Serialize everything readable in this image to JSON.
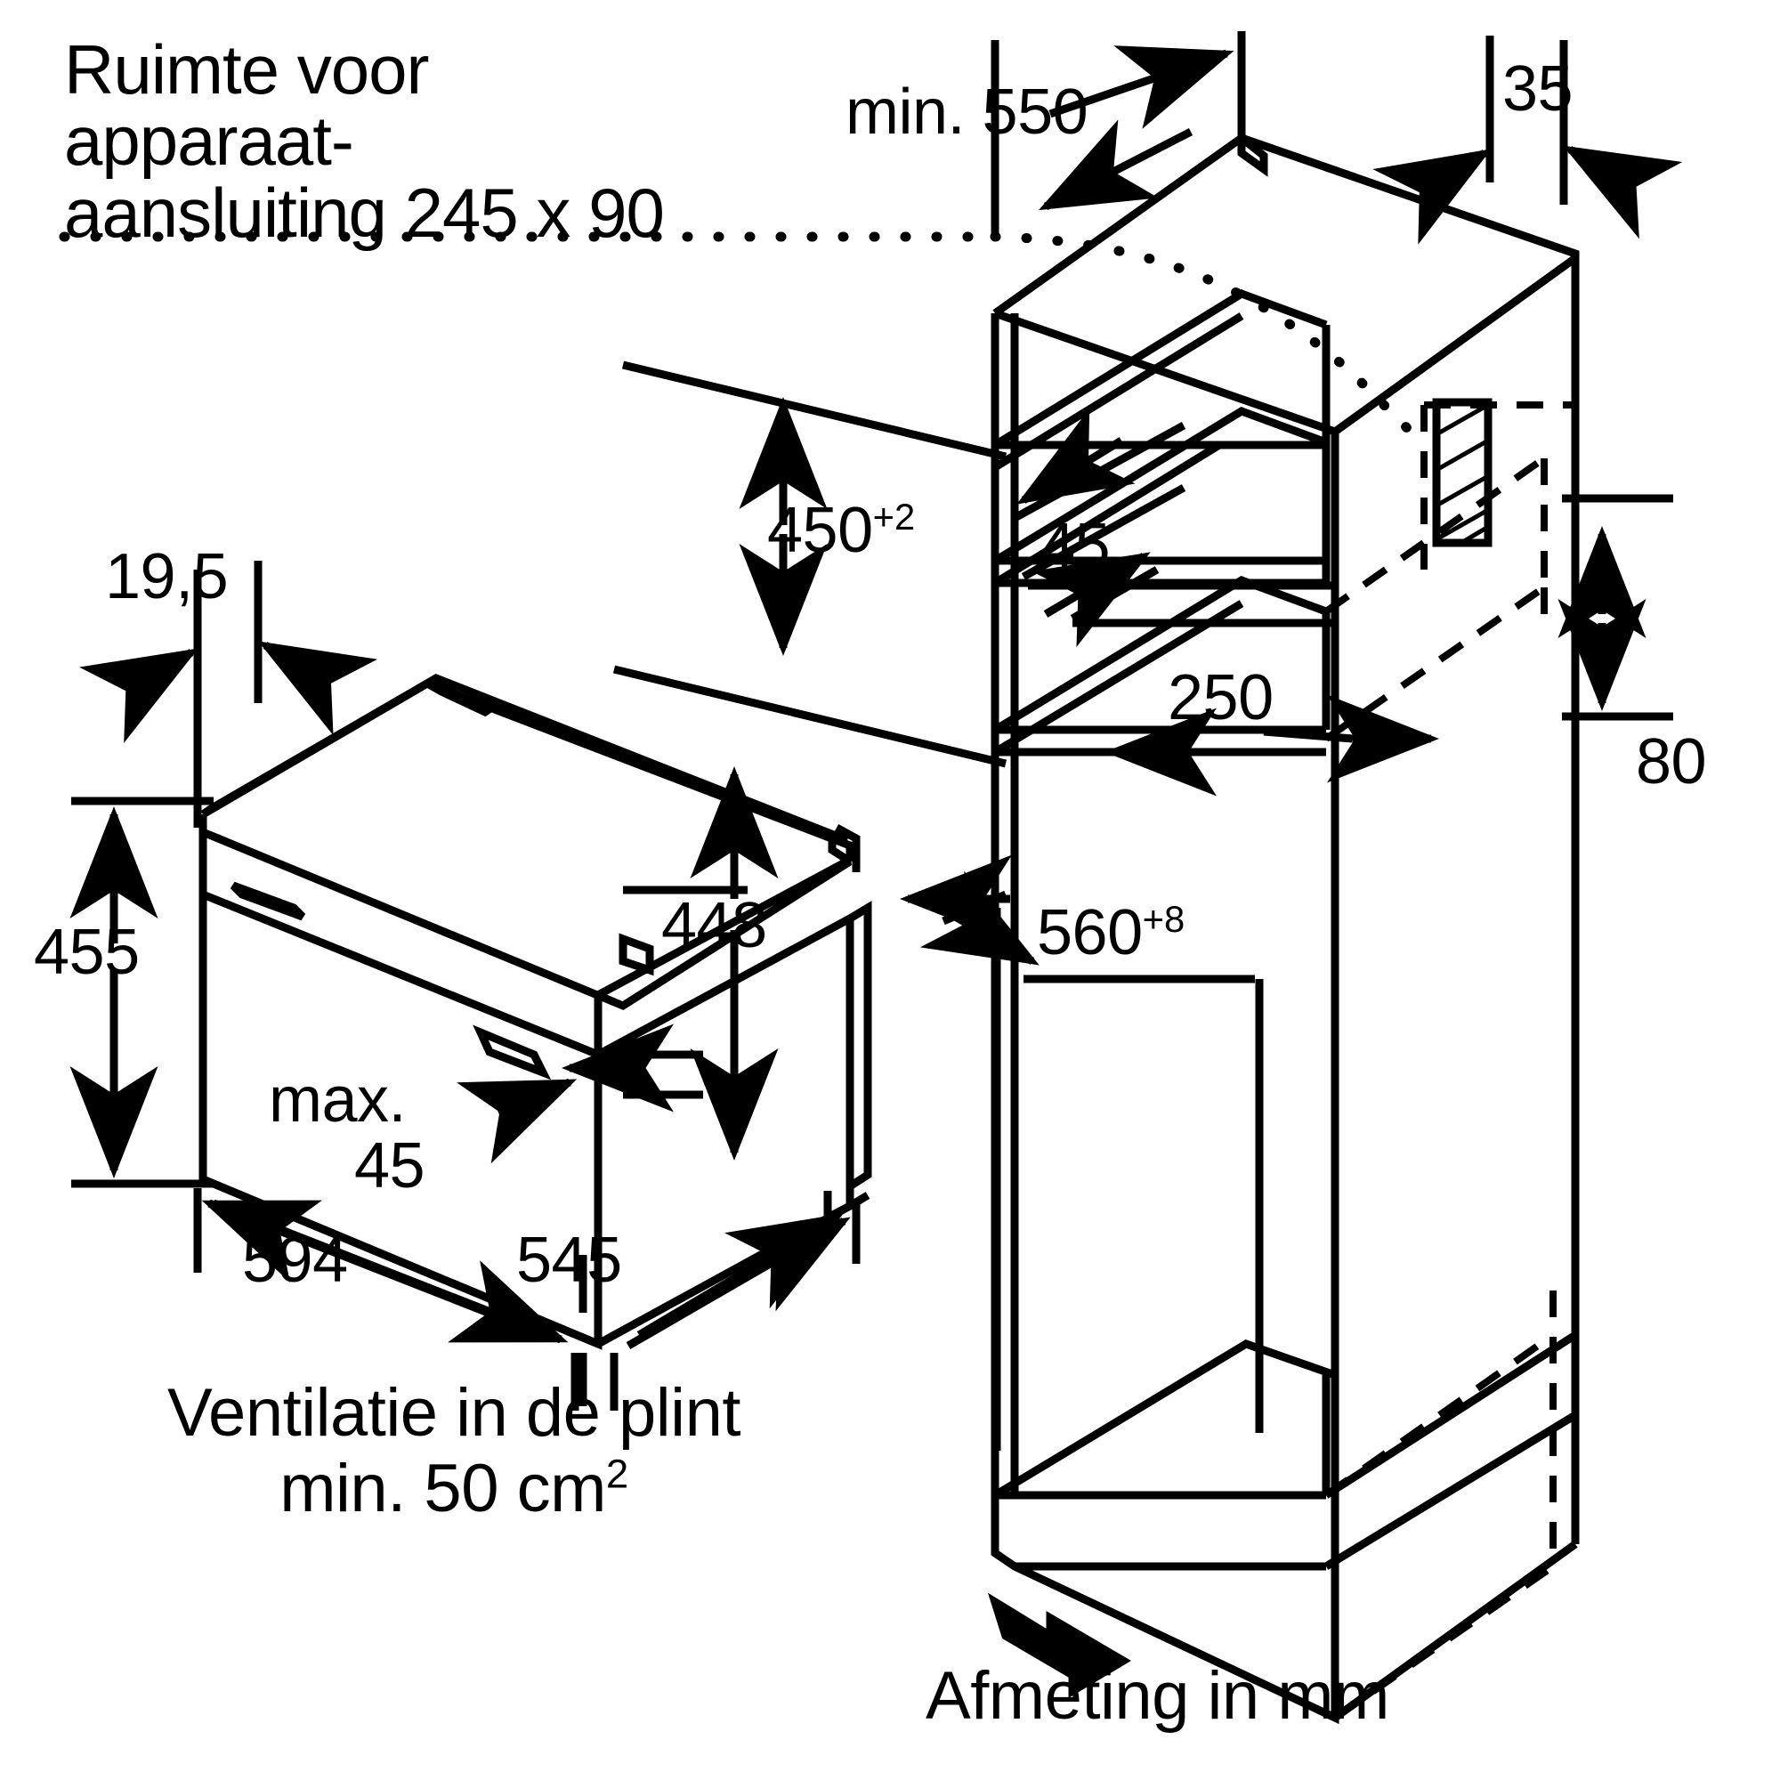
{
  "document": {
    "type": "appliance-installation-dimension-drawing",
    "language": "nl",
    "units_note": "Afmeting in mm"
  },
  "notes": {
    "connection_line1": "Ruimte voor",
    "connection_line2": "apparaat-",
    "connection_line3": "aansluiting 245 x 90",
    "ventilation_line1": "Ventilatie in de plint",
    "ventilation_line2_pre": "min. 50 cm",
    "ventilation_line2_sup": "2",
    "footer": "Afmeting in mm"
  },
  "appliance_dims": {
    "depth_front_offset": "19,5",
    "height_outer": "455",
    "height_inner": "448",
    "width_front": "594",
    "depth_body": "545",
    "max_label": "max.",
    "max_value": "45"
  },
  "cabinet_dims": {
    "min_depth_label": "min. 550",
    "top_gap": "35",
    "niche_height_value": "450",
    "niche_height_tol": "+2",
    "shelf_thickness": "45",
    "rear_opening_width": "250",
    "rear_opening_height": "80",
    "niche_width_value": "560",
    "niche_width_tol": "+8"
  },
  "colors": {
    "stroke": "#000000",
    "background": "#ffffff"
  },
  "icons": {
    "airflow_arrow": "airflow-arrow-icon",
    "dot_leader": "dotted-connection-line"
  }
}
